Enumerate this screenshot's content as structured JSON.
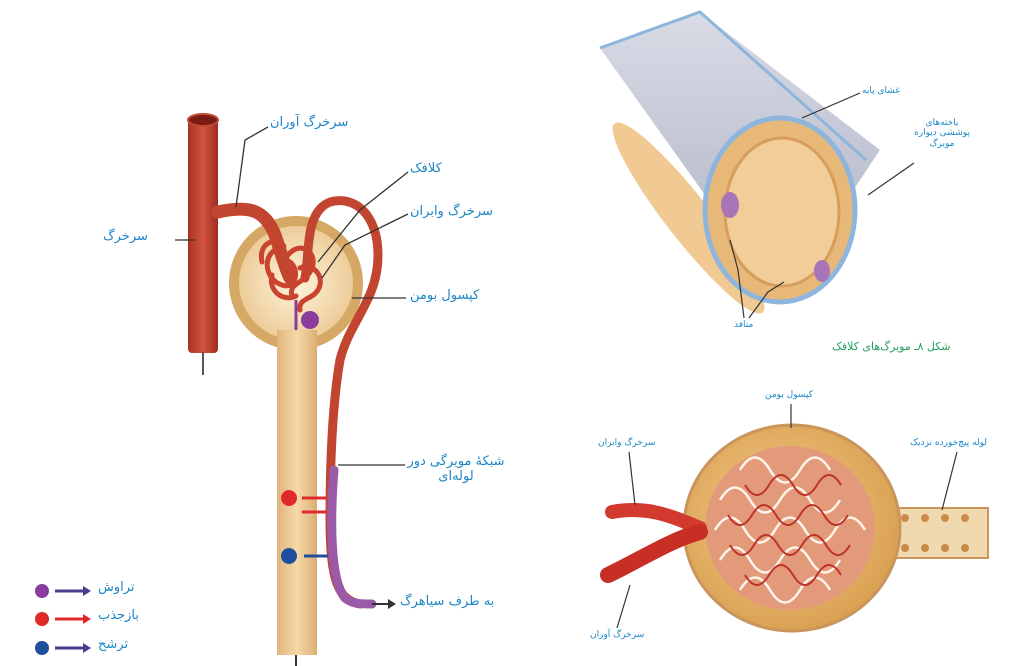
{
  "left_diagram": {
    "labels": {
      "afferent": "سرخرگ آوران",
      "artery": "سرخرگ",
      "glomerulus": "کلافک",
      "efferent": "سرخرگ وابران",
      "capsule": "کپسول بومن",
      "peritubular": "شبکهٔ مویرگی دور لوله‌ای",
      "to_vein": "به طرف سیاهرگ"
    },
    "legend": [
      {
        "label": "تراوش",
        "color": "#8a3d9e"
      },
      {
        "label": "بازجذب",
        "color": "#e02a2a"
      },
      {
        "label": "ترشح",
        "color": "#1f4f9c"
      }
    ]
  },
  "capillary_diagram": {
    "labels": {
      "basement": "غشای پایه",
      "endothelial": "یاخته‌های پوششی دیواره مویرگ",
      "pores": "منافذ"
    },
    "caption": "شکل ۸ـ مویرگ‌های کلافک"
  },
  "glomerulus_diagram": {
    "labels": {
      "capsule": "کپسول بومن",
      "efferent": "سرخرگ وابران",
      "proximal": "لوله پیچ‌خورده نزدیک",
      "afferent": "سرخرگ آوران"
    }
  }
}
